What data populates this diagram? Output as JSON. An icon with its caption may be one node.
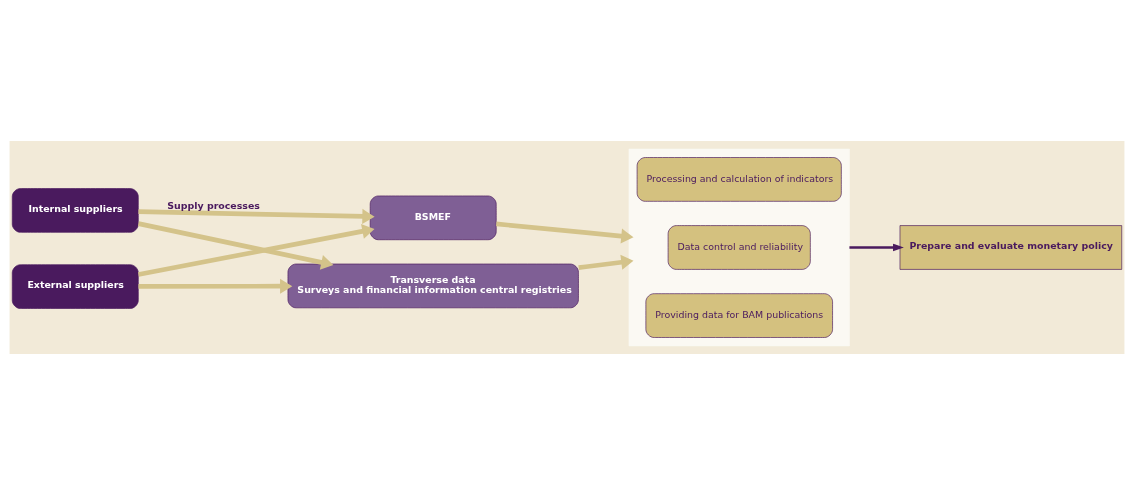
{
  "diagram": {
    "nodes": [
      {
        "text": [
          "Internal suppliers"
        ]
      },
      {
        "text": [
          "External suppliers"
        ]
      },
      {
        "text": [
          "BSMEF"
        ]
      },
      {
        "text": [
          "Transverse data",
          "Surveys and financial information central registries"
        ]
      },
      {
        "text": [],
        "shape": "box"
      },
      {
        "text": [
          "Processing and calculation of indicators"
        ],
        "in": 4
      },
      {
        "text": [
          "Data control and reliability"
        ],
        "in": 4
      },
      {
        "text": [
          "Providing data for BAM publications"
        ],
        "in": 4
      },
      {
        "text": [
          "Prepare and evaluate monetary policy"
        ]
      }
    ],
    "edges": [
      {
        "from": 0,
        "to": 2,
        "arrow": "to",
        "label": "Supply processes"
      },
      {
        "from": 0,
        "to": 3,
        "arrow": "to"
      },
      {
        "from": 1,
        "to": 2,
        "arrow": "to"
      },
      {
        "from": 1,
        "to": 3,
        "arrow": "to"
      },
      {
        "from": 2,
        "to": 4,
        "arrow": "to"
      },
      {
        "from": 3,
        "to": 4,
        "arrow": "to"
      },
      {
        "from": 4,
        "to": 8,
        "arrow": "to",
        "color": "#4a1a5e"
      }
    ]
  }
}
